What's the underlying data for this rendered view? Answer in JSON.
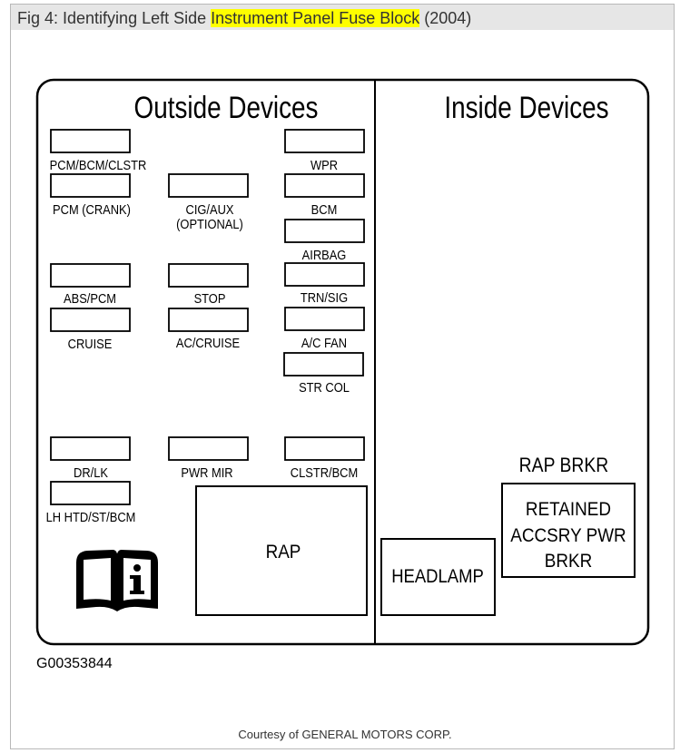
{
  "title": {
    "prefix": "Fig 4: Identifying Left Side ",
    "highlight": "Instrument Panel Fuse Block",
    "suffix": " (2004)"
  },
  "sections": {
    "outside": "Outside Devices",
    "inside": "Inside Devices"
  },
  "fuses": {
    "pcm_bcm_clstr": "PCM/BCM/CLSTR",
    "pcm_crank": "PCM (CRANK)",
    "cig_aux_1": "CIG/AUX",
    "cig_aux_2": "(OPTIONAL)",
    "wpr": "WPR",
    "bcm": "BCM",
    "airbag": "AIRBAG",
    "abs_pcm": "ABS/PCM",
    "stop": "STOP",
    "trn_sig": "TRN/SIG",
    "cruise": "CRUISE",
    "ac_cruise": "AC/CRUISE",
    "ac_fan": "A/C FAN",
    "str_col": "STR COL",
    "dr_lk": "DR/LK",
    "pwr_mir": "PWR MIR",
    "clstr_bcm": "CLSTR/BCM",
    "lh_htd": "LH HTD/ST/BCM"
  },
  "relays": {
    "rap": "RAP",
    "headlamp": "HEADLAMP",
    "rap_brkr_title": "RAP BRKR",
    "retained_1": "RETAINED",
    "retained_2": "ACCSRY PWR",
    "retained_3": "BRKR"
  },
  "figure_code": "G00353844",
  "courtesy": "Courtesy of GENERAL MOTORS CORP."
}
